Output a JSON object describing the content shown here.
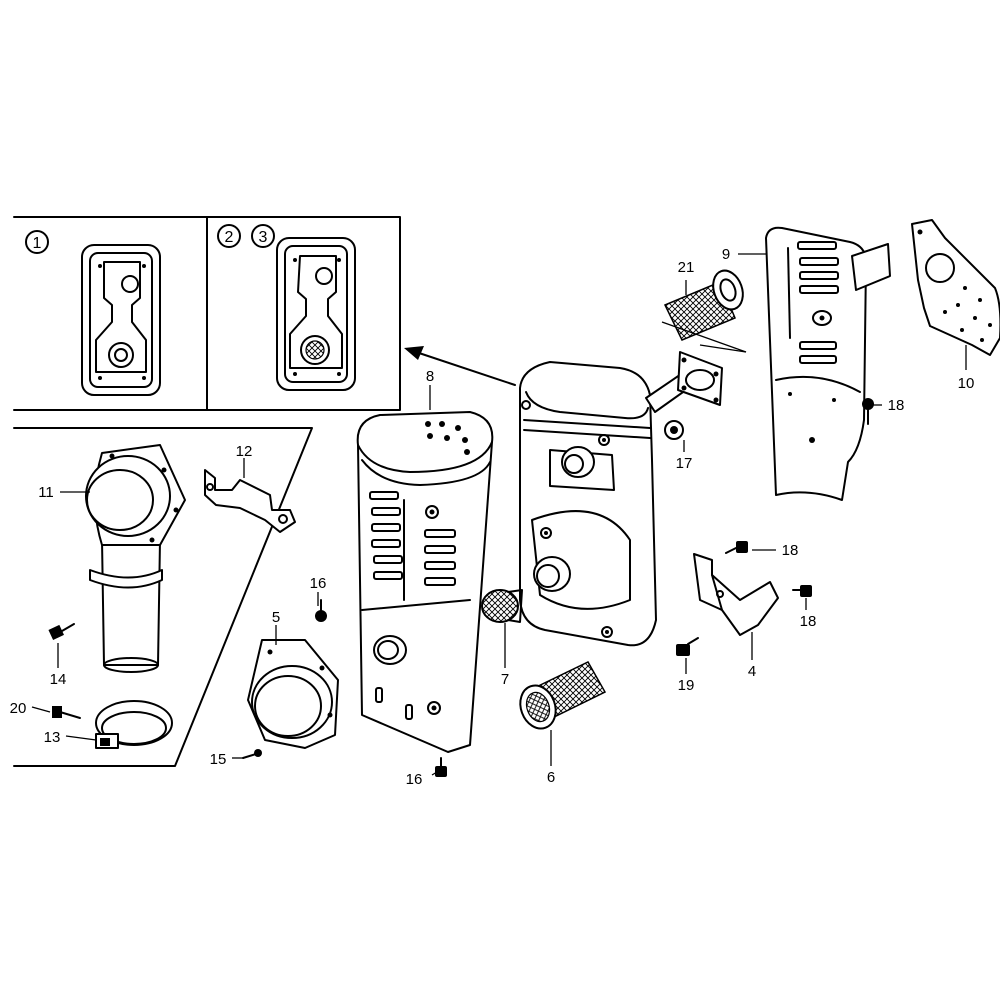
{
  "variants": {
    "variant_1": "1",
    "variant_2": "2",
    "variant_3": "3"
  },
  "callouts": {
    "p4": "4",
    "p5": "5",
    "p6": "6",
    "p7": "7",
    "p8": "8",
    "p9": "9",
    "p10": "10",
    "p11": "11",
    "p12": "12",
    "p13": "13",
    "p14": "14",
    "p15": "15",
    "p16a": "16",
    "p16b": "16",
    "p17": "17",
    "p18a": "18",
    "p18b": "18",
    "p18c": "18",
    "p19": "19",
    "p20": "20",
    "p21": "21"
  }
}
